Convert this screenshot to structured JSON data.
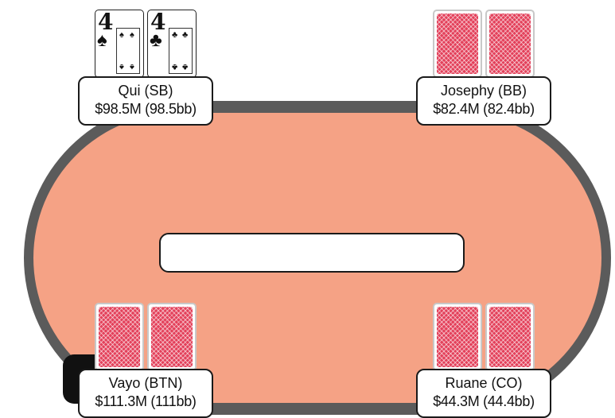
{
  "colors": {
    "felt": "#f5a285",
    "rail": "#5b5b5b",
    "card_back": "#e3405a",
    "plate_bg": "#ffffff",
    "plate_border": "#1a1a1a"
  },
  "board": {
    "cards": []
  },
  "players": {
    "sb": {
      "name": "Qui (SB)",
      "stack": "$98.5M (98.5bb)",
      "cards": [
        {
          "rank": "4",
          "suit": "♠",
          "suit_name": "spades"
        },
        {
          "rank": "4",
          "suit": "♣",
          "suit_name": "clubs"
        }
      ]
    },
    "bb": {
      "name": "Josephy (BB)",
      "stack": "$82.4M (82.4bb)",
      "cards": [
        "hidden",
        "hidden"
      ]
    },
    "btn": {
      "name": "Vayo (BTN)",
      "stack": "$111.3M (111bb)",
      "cards": [
        "hidden",
        "hidden"
      ],
      "dealer_marker": "dealer-button-icon"
    },
    "co": {
      "name": "Ruane (CO)",
      "stack": "$44.3M (44.4bb)",
      "cards": [
        "hidden",
        "hidden"
      ]
    }
  }
}
